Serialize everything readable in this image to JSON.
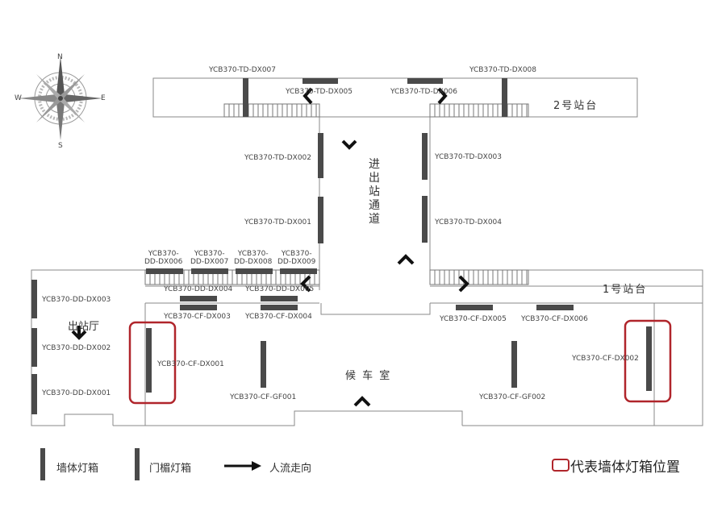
{
  "compass": {
    "n": "N",
    "s": "S",
    "e": "E",
    "w": "W"
  },
  "areas": {
    "platform2": "2号站台",
    "platform1": "1号站台",
    "corridor": "进出站通道",
    "exit_hall": "出站厅",
    "waiting": "候 车 室"
  },
  "wall_boxes": {
    "td005": "YCB370-TD-DX005",
    "td006": "YCB370-TD-DX006",
    "td002": "YCB370-TD-DX002",
    "td001": "YCB370-TD-DX001",
    "td003": "YCB370-TD-DX003",
    "td004": "YCB370-TD-DX004",
    "dd006": "YCB370-\nDD-DX006",
    "dd007": "YCB370-\nDD-DX007",
    "dd008": "YCB370-\nDD-DX008",
    "dd009": "YCB370-\nDD-DX009",
    "dd004": "YCB370-DD-DX004",
    "dd005": "YCB370-DD-DX005",
    "dd003": "YCB370-DD-DX003",
    "dd002": "YCB370-DD-DX002",
    "dd001": "YCB370-DD-DX001",
    "cf003": "YCB370-CF-DX003",
    "cf004": "YCB370-CF-DX004",
    "cf005": "YCB370-CF-DX005",
    "cf006": "YCB370-CF-DX006",
    "cf001": "YCB370-CF-DX001",
    "cf002": "YCB370-CF-DX002"
  },
  "door_boxes": {
    "td007": "YCB370-TD-DX007",
    "td008": "YCB370-TD-DX008",
    "gf001": "YCB370-CF-GF001",
    "gf002": "YCB370-CF-GF002"
  },
  "legend": {
    "wall_box": "墙体灯箱",
    "door_box": "门楣灯箱",
    "flow": "人流走向",
    "marked": "代表墙体灯箱位置"
  },
  "colors": {
    "box": "#4a4a4a",
    "wall": "#888888",
    "highlight": "#b0252b",
    "arrow": "#111111"
  }
}
